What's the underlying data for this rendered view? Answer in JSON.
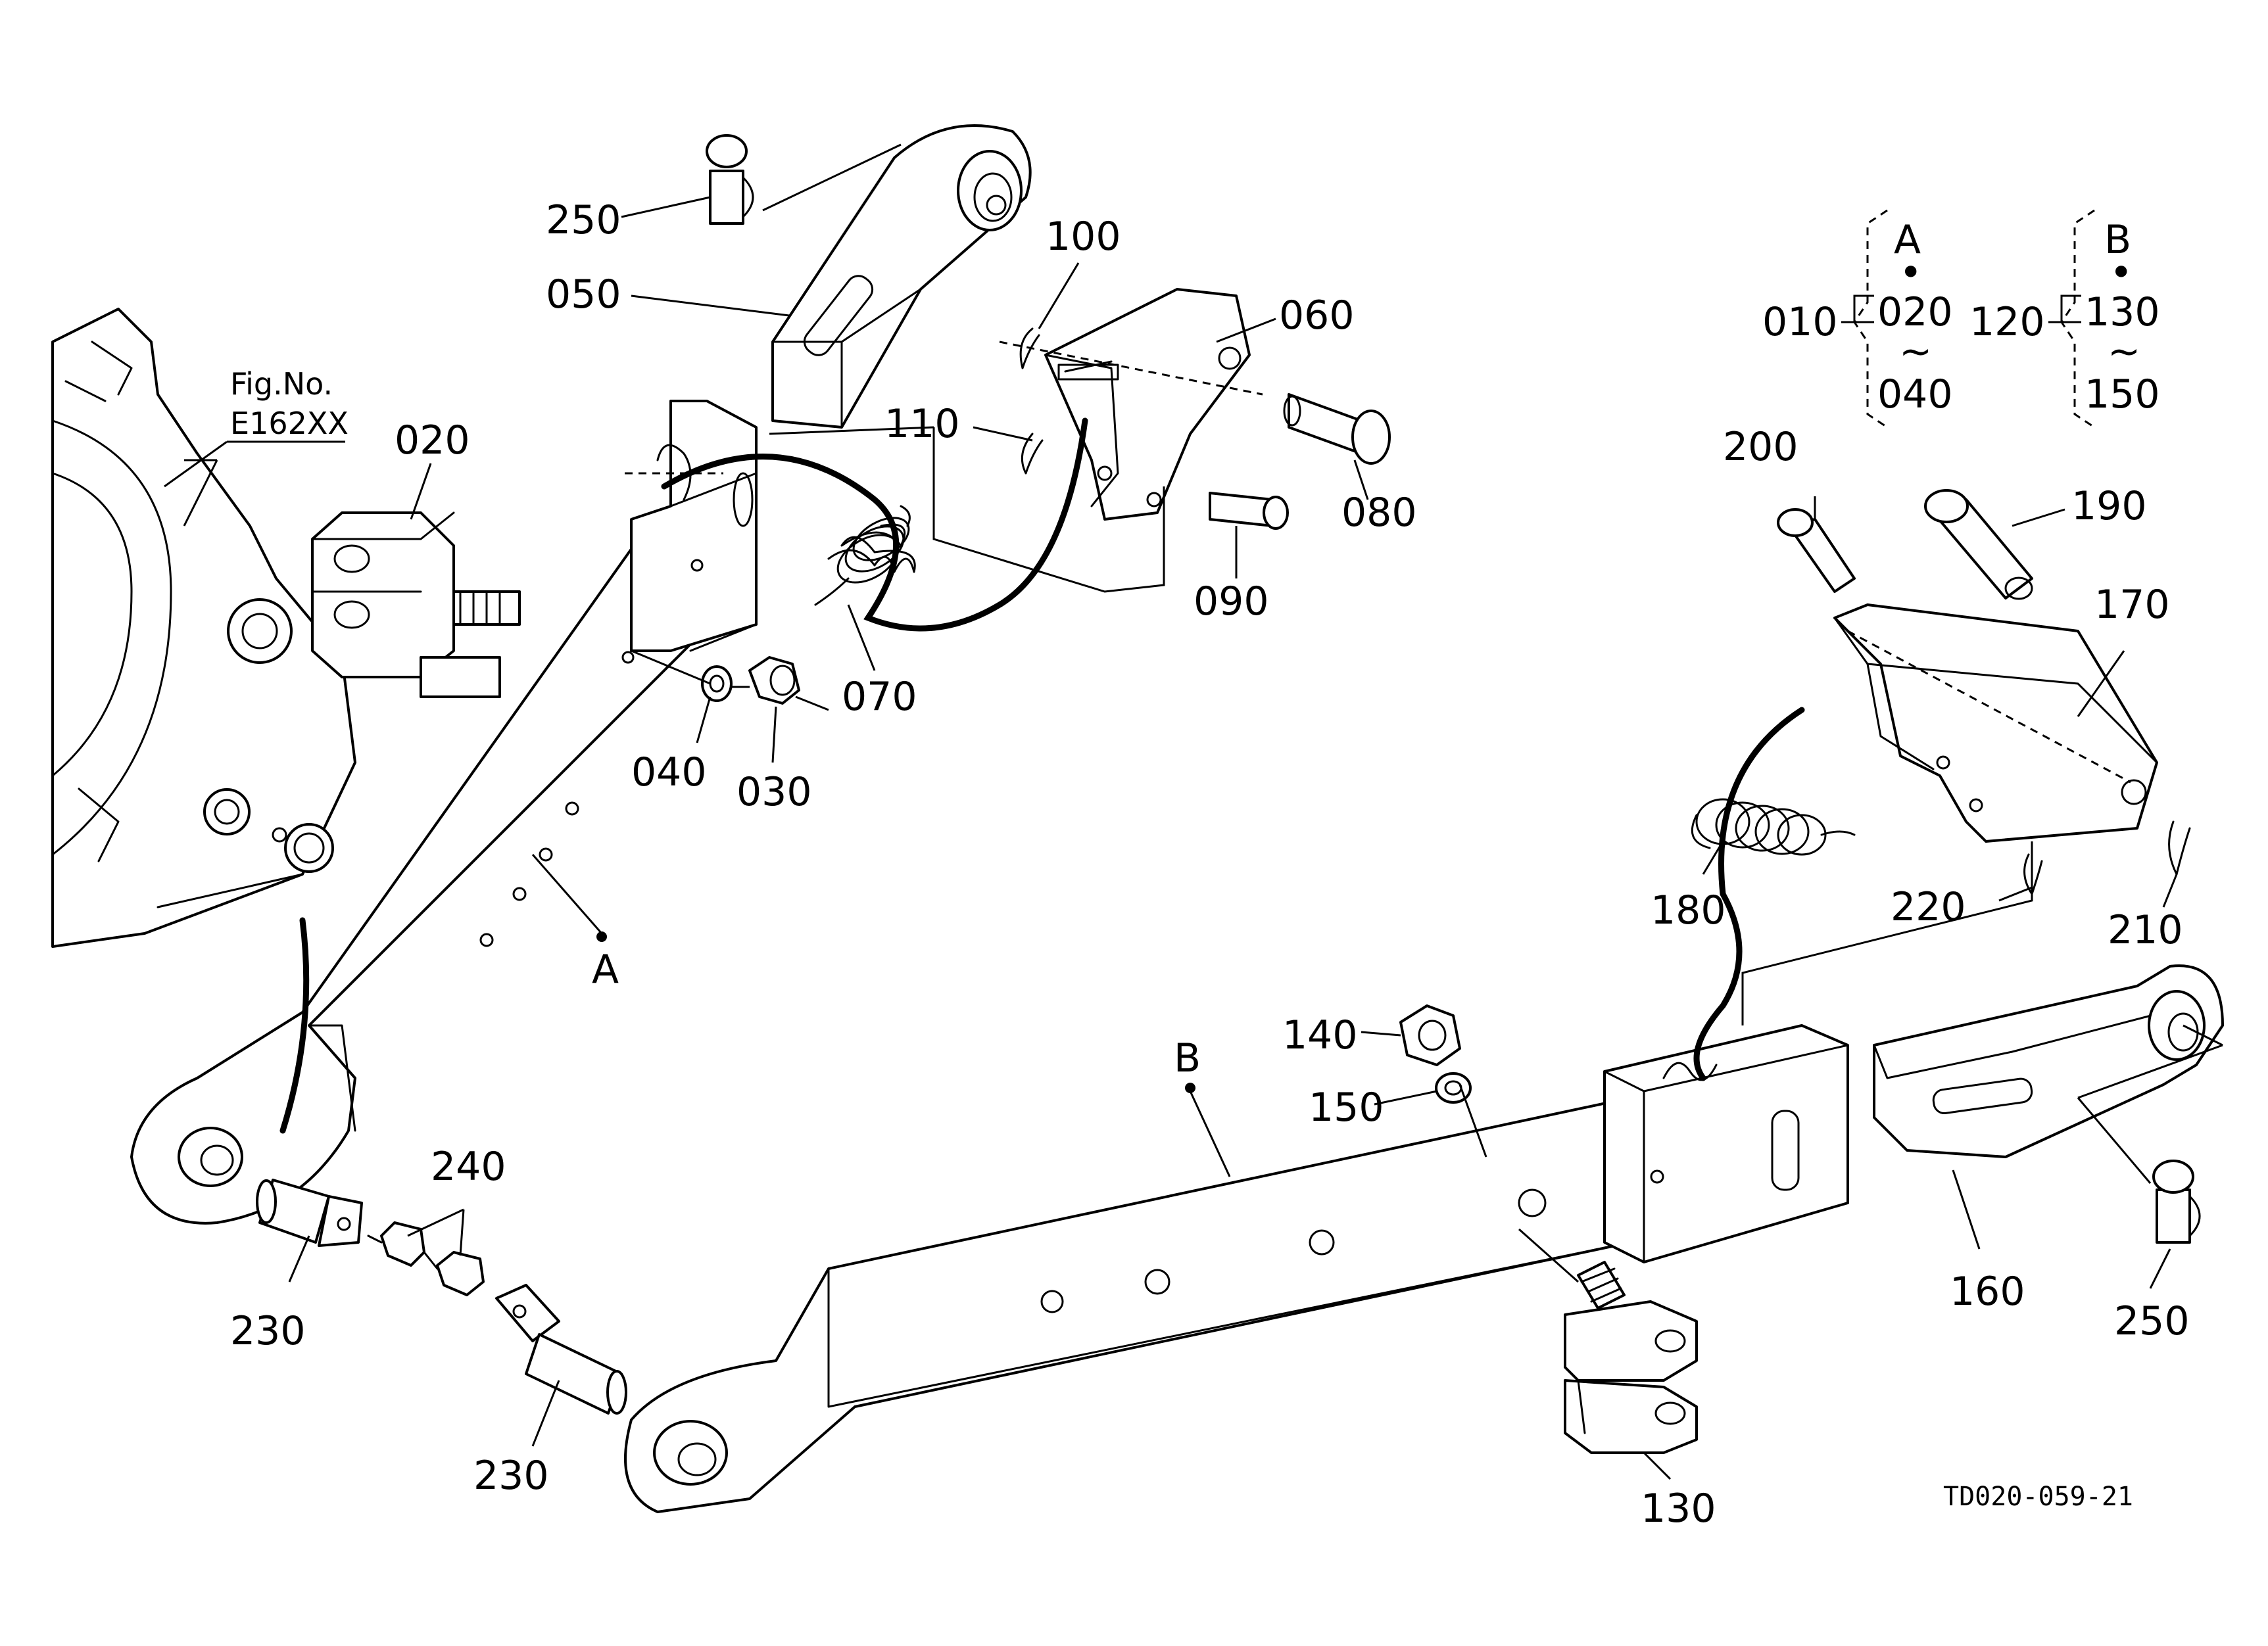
{
  "figure_reference": {
    "line1": "Fig.No.",
    "line2": "E162XX"
  },
  "drawing_code": "TD020-059-21",
  "callouts": {
    "c250a": "250",
    "c050": "050",
    "c100": "100",
    "c060": "060",
    "c020": "020",
    "c110": "110",
    "c080": "080",
    "c090": "090",
    "c070": "070",
    "c040": "040",
    "c030": "030",
    "cA": "A",
    "c200": "200",
    "c190": "190",
    "c170": "170",
    "c180": "180",
    "c220": "220",
    "c210": "210",
    "c140": "140",
    "c150": "150",
    "cB": "B",
    "c240": "240",
    "c230a": "230",
    "c230b": "230",
    "c130": "130",
    "c160": "160",
    "c250b": "250"
  },
  "assembly_key": {
    "left": {
      "parent": "010",
      "group": "A",
      "from": "020",
      "to": "040"
    },
    "right": {
      "parent": "120",
      "group": "B",
      "from": "130",
      "to": "150"
    },
    "bullet": "•",
    "range_mark": "~"
  }
}
